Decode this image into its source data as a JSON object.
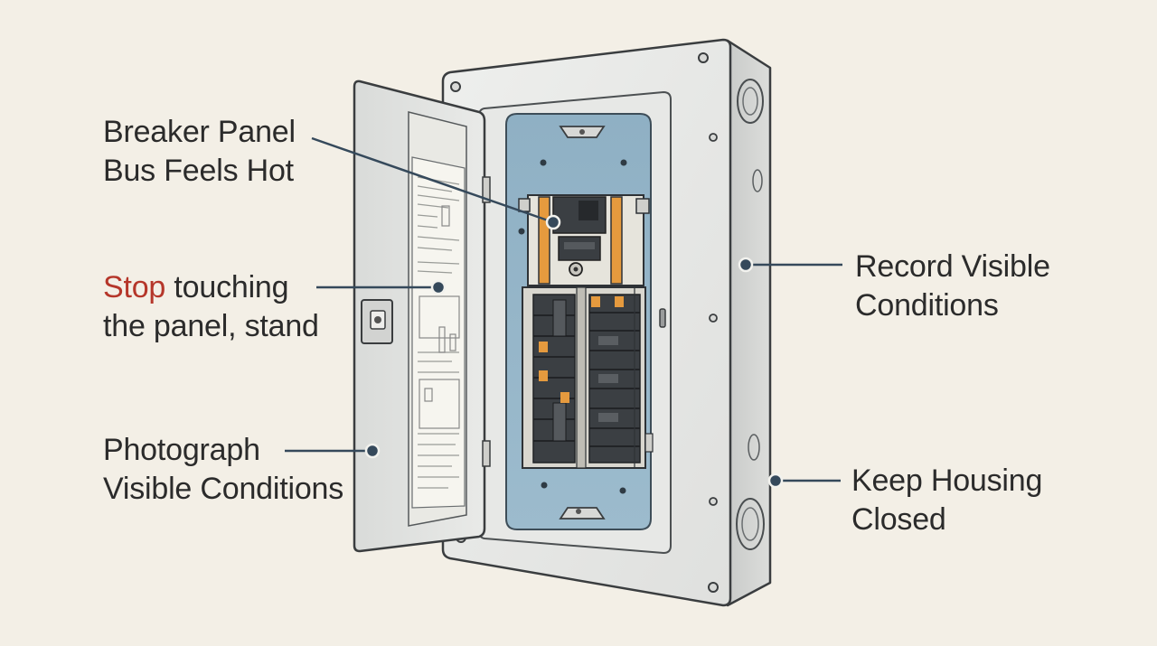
{
  "colors": {
    "background": "#f3efe6",
    "housing": "#e4e5e3",
    "interior": "#8fb2c8",
    "leader": "#35495b",
    "warning_text": "#b5362a",
    "breaker_accent": "#e59a3e"
  },
  "callouts": {
    "bus_hot": {
      "line1": "Breaker Panel",
      "line2": "Bus Feels Hot"
    },
    "stop": {
      "emphasis": "Stop",
      "line1_rest": " touching",
      "line2": "the panel, stand"
    },
    "photograph": {
      "line1": "Photograph",
      "line2": "Visible Conditions"
    },
    "record": {
      "line1": "Record Visible",
      "line2": "Conditions"
    },
    "keep_closed": {
      "line1": "Keep Housing",
      "line2": "Closed"
    }
  }
}
